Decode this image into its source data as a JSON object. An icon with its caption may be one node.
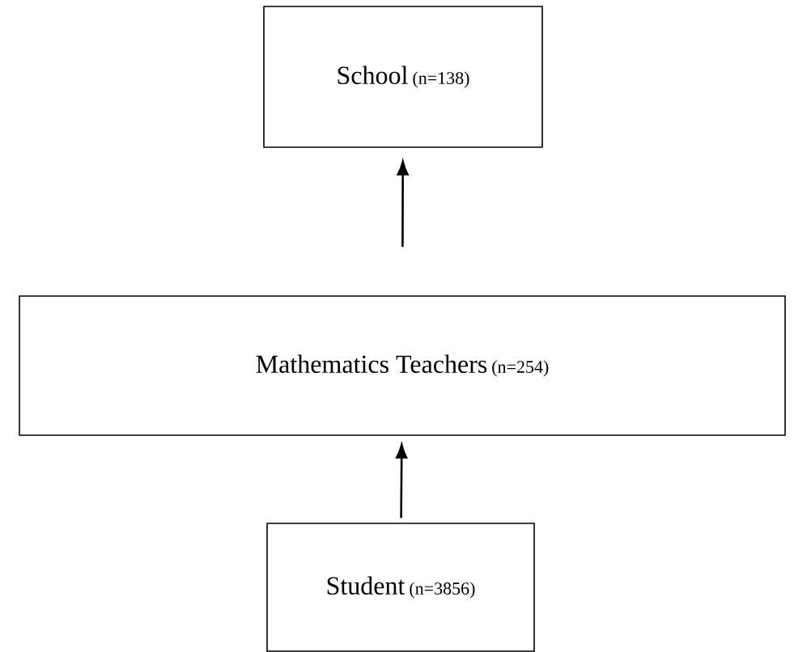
{
  "diagram": {
    "nodes": [
      {
        "text": [
          "School",
          "(n=138)"
        ]
      },
      {
        "text": [
          "Mathematics Teachers",
          "(n=254)"
        ]
      },
      {
        "text": [
          "Student",
          "(n=3856)"
        ]
      }
    ],
    "edges": [
      {
        "from": 2,
        "to": 1,
        "arrow": "to"
      },
      {
        "from": 1,
        "to": 0,
        "arrow": "to"
      }
    ]
  }
}
